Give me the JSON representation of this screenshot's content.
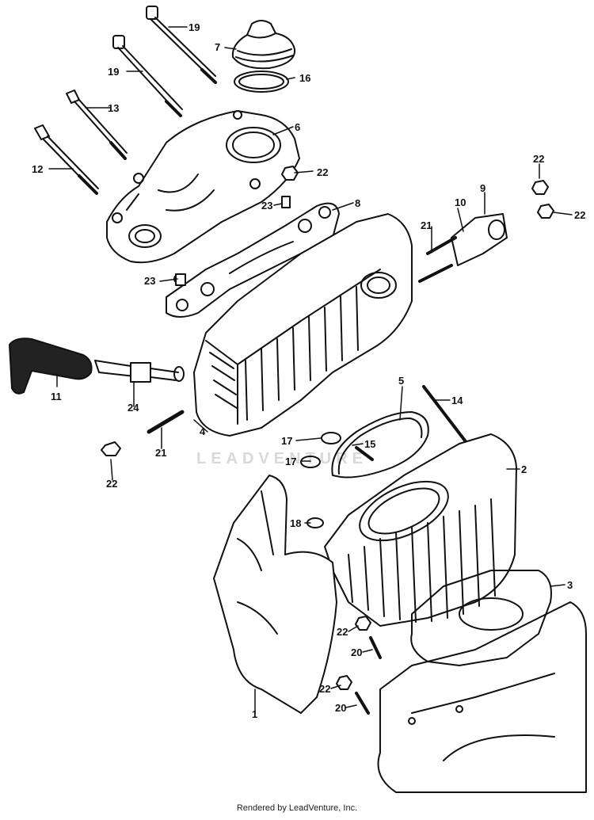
{
  "labels": {
    "l1": "1",
    "l2": "2",
    "l3": "3",
    "l4": "4",
    "l5": "5",
    "l6": "6",
    "l7": "7",
    "l8": "8",
    "l9": "9",
    "l10": "10",
    "l11": "11",
    "l12": "12",
    "l13": "13",
    "l14": "14",
    "l15": "15",
    "l16": "16",
    "l17a": "17",
    "l17b": "17",
    "l18": "18",
    "l19a": "19",
    "l19b": "19",
    "l20a": "20",
    "l20b": "20",
    "l21a": "21",
    "l21b": "21",
    "l22a": "22",
    "l22b": "22",
    "l22c": "22",
    "l22d": "22",
    "l22e": "22",
    "l22f": "22",
    "l23a": "23",
    "l23b": "23",
    "l24": "24"
  },
  "watermark": "LEADVENTURE",
  "footer": "Rendered by LeadVenture, Inc."
}
